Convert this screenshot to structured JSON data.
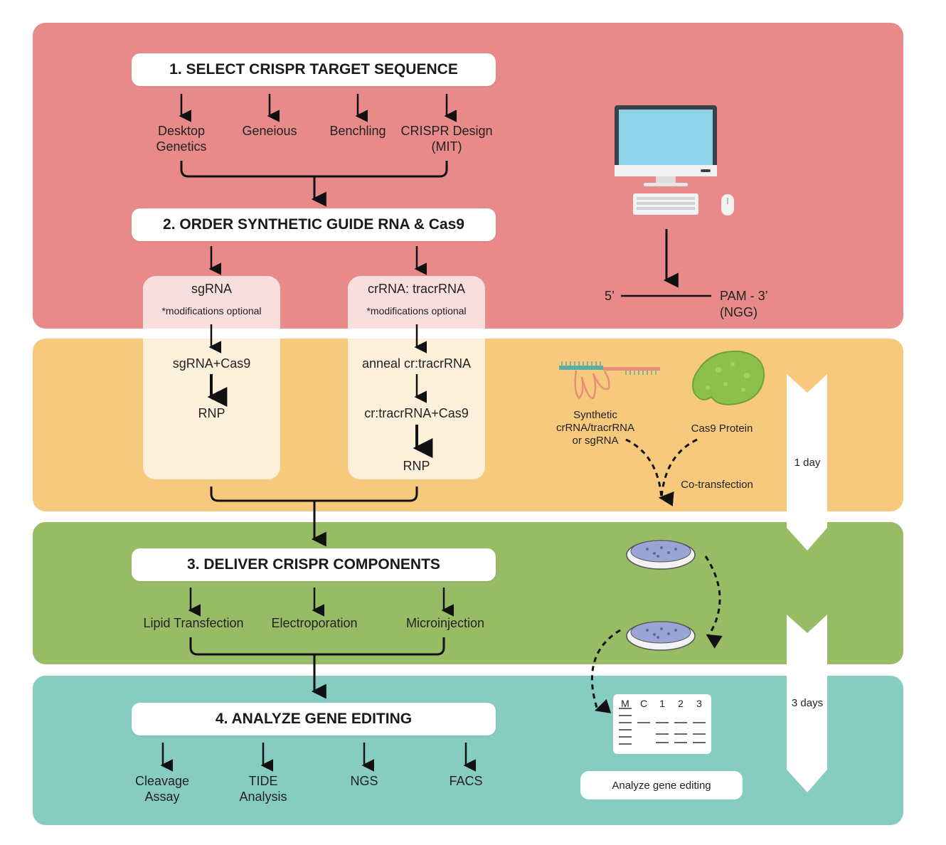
{
  "colors": {
    "band1": "#e8898a",
    "band2": "#f7c97d",
    "band3": "#98bb65",
    "band4": "#86ccc0",
    "arrow": "#111111"
  },
  "steps": {
    "step1": "1. SELECT CRISPR TARGET SEQUENCE",
    "step2": "2. ORDER SYNTHETIC GUIDE RNA & Cas9",
    "step3": "3. DELIVER CRISPR COMPONENTS",
    "step4": "4. ANALYZE GENE EDITING"
  },
  "tools": {
    "desktop_genetics_line1": "Desktop",
    "desktop_genetics_line2": "Genetics",
    "geneious": "Geneious",
    "benchling": "Benchling",
    "crispr_design_line1": "CRISPR Design",
    "crispr_design_line2": "(MIT)"
  },
  "sgrna_path": {
    "title": "sgRNA",
    "note": "*modifications optional",
    "complex": "sgRNA+Cas9",
    "result": "RNP"
  },
  "crrna_path": {
    "title": "crRNA: tracrRNA",
    "note": "*modifications optional",
    "anneal": "anneal cr:tracrRNA",
    "complex": "cr:tracrRNA+Cas9",
    "result": "RNP"
  },
  "delivery": {
    "lipid": "Lipid Transfection",
    "electroporation": "Electroporation",
    "microinjection": "Microinjection"
  },
  "analysis": {
    "cleavage_line1": "Cleavage",
    "cleavage_line2": "Assay",
    "tide_line1": "TIDE",
    "tide_line2": "Analysis",
    "ngs": "NGS",
    "facs": "FACS"
  },
  "target": {
    "five_prime": "5’",
    "pam_line1": "PAM - 3’",
    "pam_line2": "(NGG)"
  },
  "illustration": {
    "synthetic_line1": "Synthetic",
    "synthetic_line2": "crRNA/tracrRNA",
    "synthetic_line3": "or sgRNA",
    "cas9_protein": "Cas9 Protein",
    "cotransfection": "Co-transfection",
    "gel_headers": [
      "M",
      "C",
      "1",
      "2",
      "3"
    ],
    "analyze_pill": "Analyze gene editing"
  },
  "timeline": {
    "day1": "1 day",
    "day3": "3 days"
  },
  "icons": [
    "computer-icon",
    "keyboard-icon",
    "mouse-icon",
    "rna-icon",
    "cas9-protein-icon",
    "petri-dish-icon",
    "gel-icon"
  ]
}
